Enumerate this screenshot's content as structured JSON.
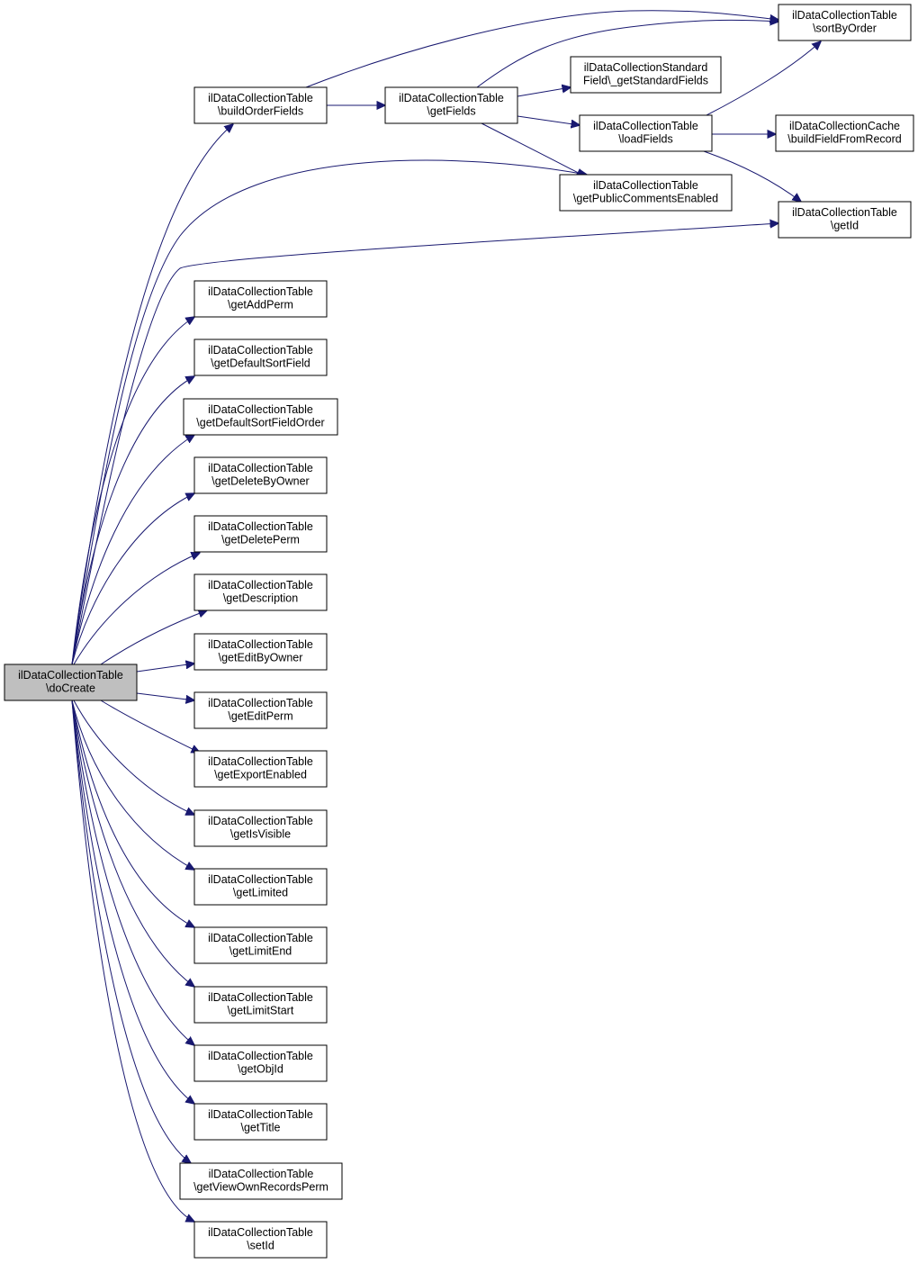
{
  "colors": {
    "edge": "#191970",
    "node_border": "#000000",
    "node_fill": "#ffffff",
    "root_fill": "#bfbfbf"
  },
  "nodes": {
    "doCreate": [
      "ilDataCollectionTable",
      "\\doCreate"
    ],
    "buildOrderFields": [
      "ilDataCollectionTable",
      "\\buildOrderFields"
    ],
    "getFields": [
      "ilDataCollectionTable",
      "\\getFields"
    ],
    "sortByOrder": [
      "ilDataCollectionTable",
      "\\sortByOrder"
    ],
    "getStandardFields": [
      "ilDataCollectionStandard",
      "Field\\_getStandardFields"
    ],
    "loadFields": [
      "ilDataCollectionTable",
      "\\loadFields"
    ],
    "buildFieldFromRecord": [
      "ilDataCollectionCache",
      "\\buildFieldFromRecord"
    ],
    "getPublicCommentsEnabled": [
      "ilDataCollectionTable",
      "\\getPublicCommentsEnabled"
    ],
    "getId": [
      "ilDataCollectionTable",
      "\\getId"
    ],
    "getAddPerm": [
      "ilDataCollectionTable",
      "\\getAddPerm"
    ],
    "getDefaultSortField": [
      "ilDataCollectionTable",
      "\\getDefaultSortField"
    ],
    "getDefaultSortFieldOrder": [
      "ilDataCollectionTable",
      "\\getDefaultSortFieldOrder"
    ],
    "getDeleteByOwner": [
      "ilDataCollectionTable",
      "\\getDeleteByOwner"
    ],
    "getDeletePerm": [
      "ilDataCollectionTable",
      "\\getDeletePerm"
    ],
    "getDescription": [
      "ilDataCollectionTable",
      "\\getDescription"
    ],
    "getEditByOwner": [
      "ilDataCollectionTable",
      "\\getEditByOwner"
    ],
    "getEditPerm": [
      "ilDataCollectionTable",
      "\\getEditPerm"
    ],
    "getExportEnabled": [
      "ilDataCollectionTable",
      "\\getExportEnabled"
    ],
    "getIsVisible": [
      "ilDataCollectionTable",
      "\\getIsVisible"
    ],
    "getLimited": [
      "ilDataCollectionTable",
      "\\getLimited"
    ],
    "getLimitEnd": [
      "ilDataCollectionTable",
      "\\getLimitEnd"
    ],
    "getLimitStart": [
      "ilDataCollectionTable",
      "\\getLimitStart"
    ],
    "getObjId": [
      "ilDataCollectionTable",
      "\\getObjId"
    ],
    "getTitle": [
      "ilDataCollectionTable",
      "\\getTitle"
    ],
    "getViewOwnRecordsPerm": [
      "ilDataCollectionTable",
      "\\getViewOwnRecordsPerm"
    ],
    "setId": [
      "ilDataCollectionTable",
      "\\setId"
    ]
  },
  "edges": [
    [
      "doCreate",
      "buildOrderFields"
    ],
    [
      "doCreate",
      "getPublicCommentsEnabled"
    ],
    [
      "doCreate",
      "getId"
    ],
    [
      "doCreate",
      "getAddPerm"
    ],
    [
      "doCreate",
      "getDefaultSortField"
    ],
    [
      "doCreate",
      "getDefaultSortFieldOrder"
    ],
    [
      "doCreate",
      "getDeleteByOwner"
    ],
    [
      "doCreate",
      "getDeletePerm"
    ],
    [
      "doCreate",
      "getDescription"
    ],
    [
      "doCreate",
      "getEditByOwner"
    ],
    [
      "doCreate",
      "getEditPerm"
    ],
    [
      "doCreate",
      "getExportEnabled"
    ],
    [
      "doCreate",
      "getIsVisible"
    ],
    [
      "doCreate",
      "getLimited"
    ],
    [
      "doCreate",
      "getLimitEnd"
    ],
    [
      "doCreate",
      "getLimitStart"
    ],
    [
      "doCreate",
      "getObjId"
    ],
    [
      "doCreate",
      "getTitle"
    ],
    [
      "doCreate",
      "getViewOwnRecordsPerm"
    ],
    [
      "doCreate",
      "setId"
    ],
    [
      "buildOrderFields",
      "getFields"
    ],
    [
      "buildOrderFields",
      "sortByOrder"
    ],
    [
      "getFields",
      "sortByOrder"
    ],
    [
      "getFields",
      "getStandardFields"
    ],
    [
      "getFields",
      "loadFields"
    ],
    [
      "getFields",
      "getPublicCommentsEnabled"
    ],
    [
      "loadFields",
      "sortByOrder"
    ],
    [
      "loadFields",
      "buildFieldFromRecord"
    ],
    [
      "loadFields",
      "getId"
    ]
  ]
}
